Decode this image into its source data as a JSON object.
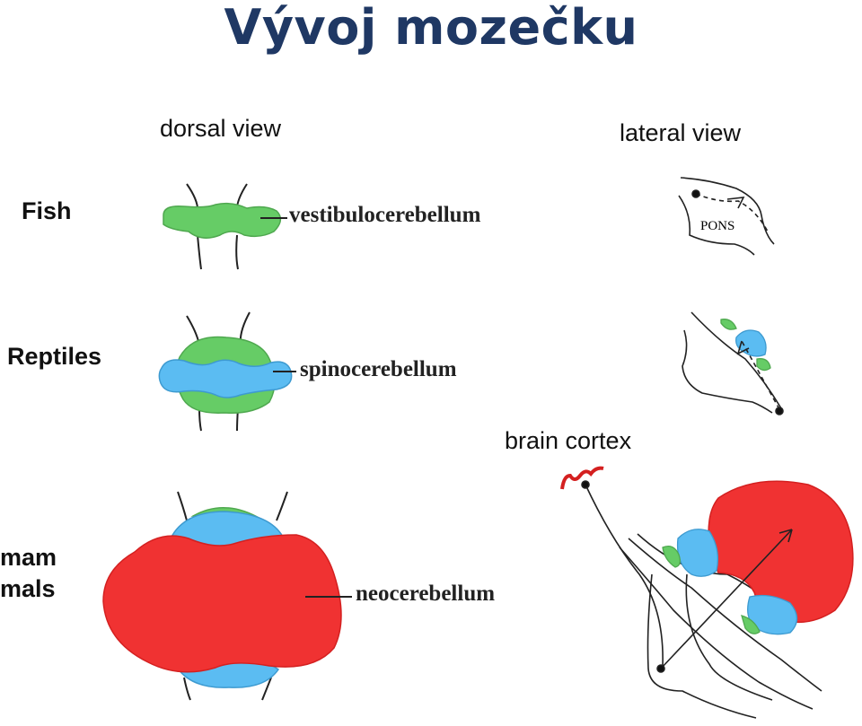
{
  "title": "Vývoj mozečku",
  "columns": {
    "dorsal": "dorsal view",
    "lateral": "lateral view"
  },
  "groups": {
    "fish": "Fish",
    "reptiles": "Reptiles",
    "mammals_line1": "mam",
    "mammals_line2": "mals"
  },
  "labels": {
    "vestibulo": "vestibulocerebellum",
    "spino": "spinocerebellum",
    "neo": "neocerebellum",
    "cortex": "brain cortex",
    "pons": "PONS"
  },
  "colors": {
    "title": "#1f3864",
    "green": "#66cc66",
    "blue": "#5bbcf2",
    "red": "#f03232"
  }
}
